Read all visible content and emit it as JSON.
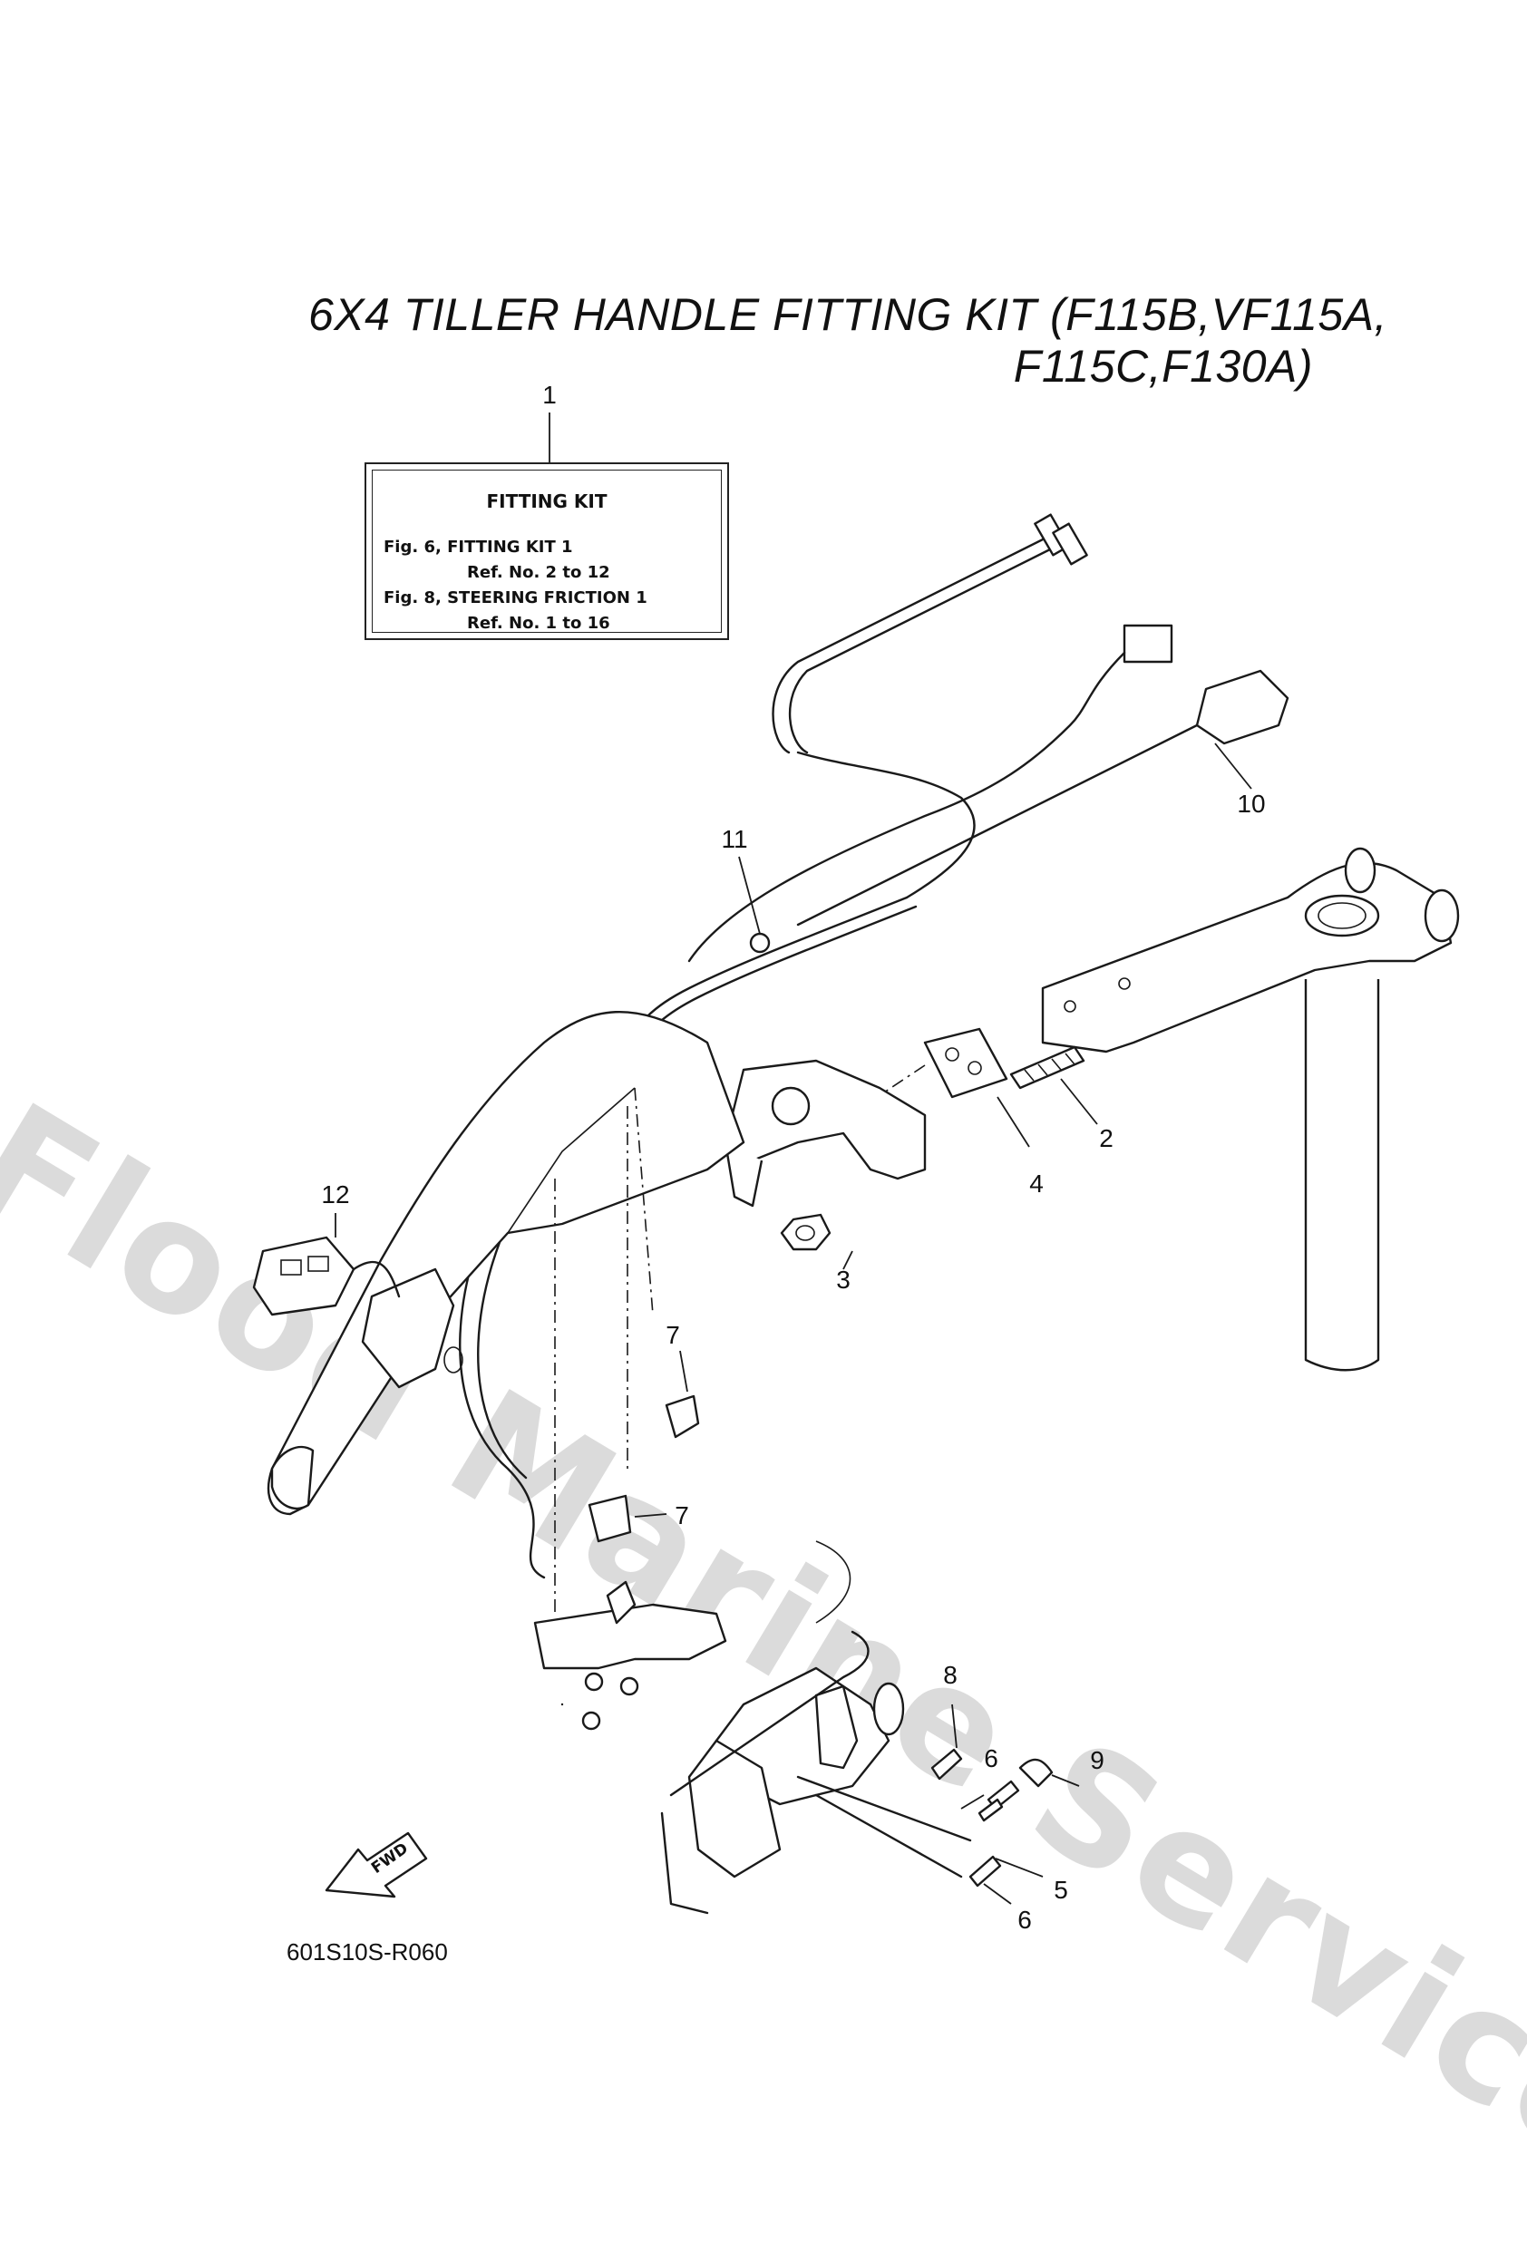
{
  "diagram": {
    "title_line_1": "6X4 TILLER HANDLE FITTING KIT (F115B,VF115A,",
    "title_line_2": "F115C,F130A)",
    "drawing_code": "601S10S-R060",
    "watermark": "Flood Marine Services",
    "fitting_kit_box": {
      "heading": "FITTING KIT",
      "lines": [
        "Fig. 6, FITTING KIT 1",
        "Ref. No. 2 to 12",
        "Fig. 8, STEERING FRICTION 1",
        "Ref. No. 1 to 16"
      ]
    },
    "fwd_label": "FWD",
    "ref_numbers": [
      "1",
      "2",
      "3",
      "4",
      "5",
      "6",
      "6",
      "7",
      "7",
      "8",
      "9",
      "10",
      "11",
      "12"
    ]
  },
  "icons": {
    "fwd_arrow": "fwd-arrow-icon"
  }
}
